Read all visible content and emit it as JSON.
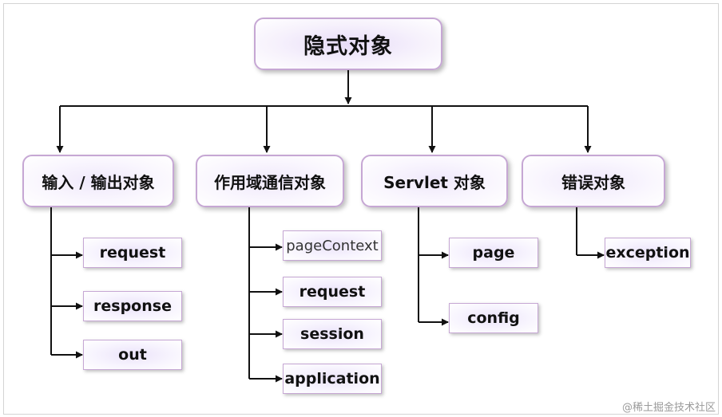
{
  "root": {
    "label": "隐式对象"
  },
  "categories": [
    {
      "label": "输入 / 输出对象",
      "children": [
        "request",
        "response",
        "out"
      ]
    },
    {
      "label": "作用域通信对象",
      "children": [
        "pageContext",
        "request",
        "session",
        "application"
      ]
    },
    {
      "label": "Servlet 对象",
      "children": [
        "page",
        "config"
      ]
    },
    {
      "label": "错误对象",
      "children": [
        "exception"
      ]
    }
  ],
  "watermark": "@稀土掘金技术社区",
  "colors": {
    "box_border": "#c6a7d4",
    "box_fill": "#efe8fb",
    "connector": "#111111"
  }
}
